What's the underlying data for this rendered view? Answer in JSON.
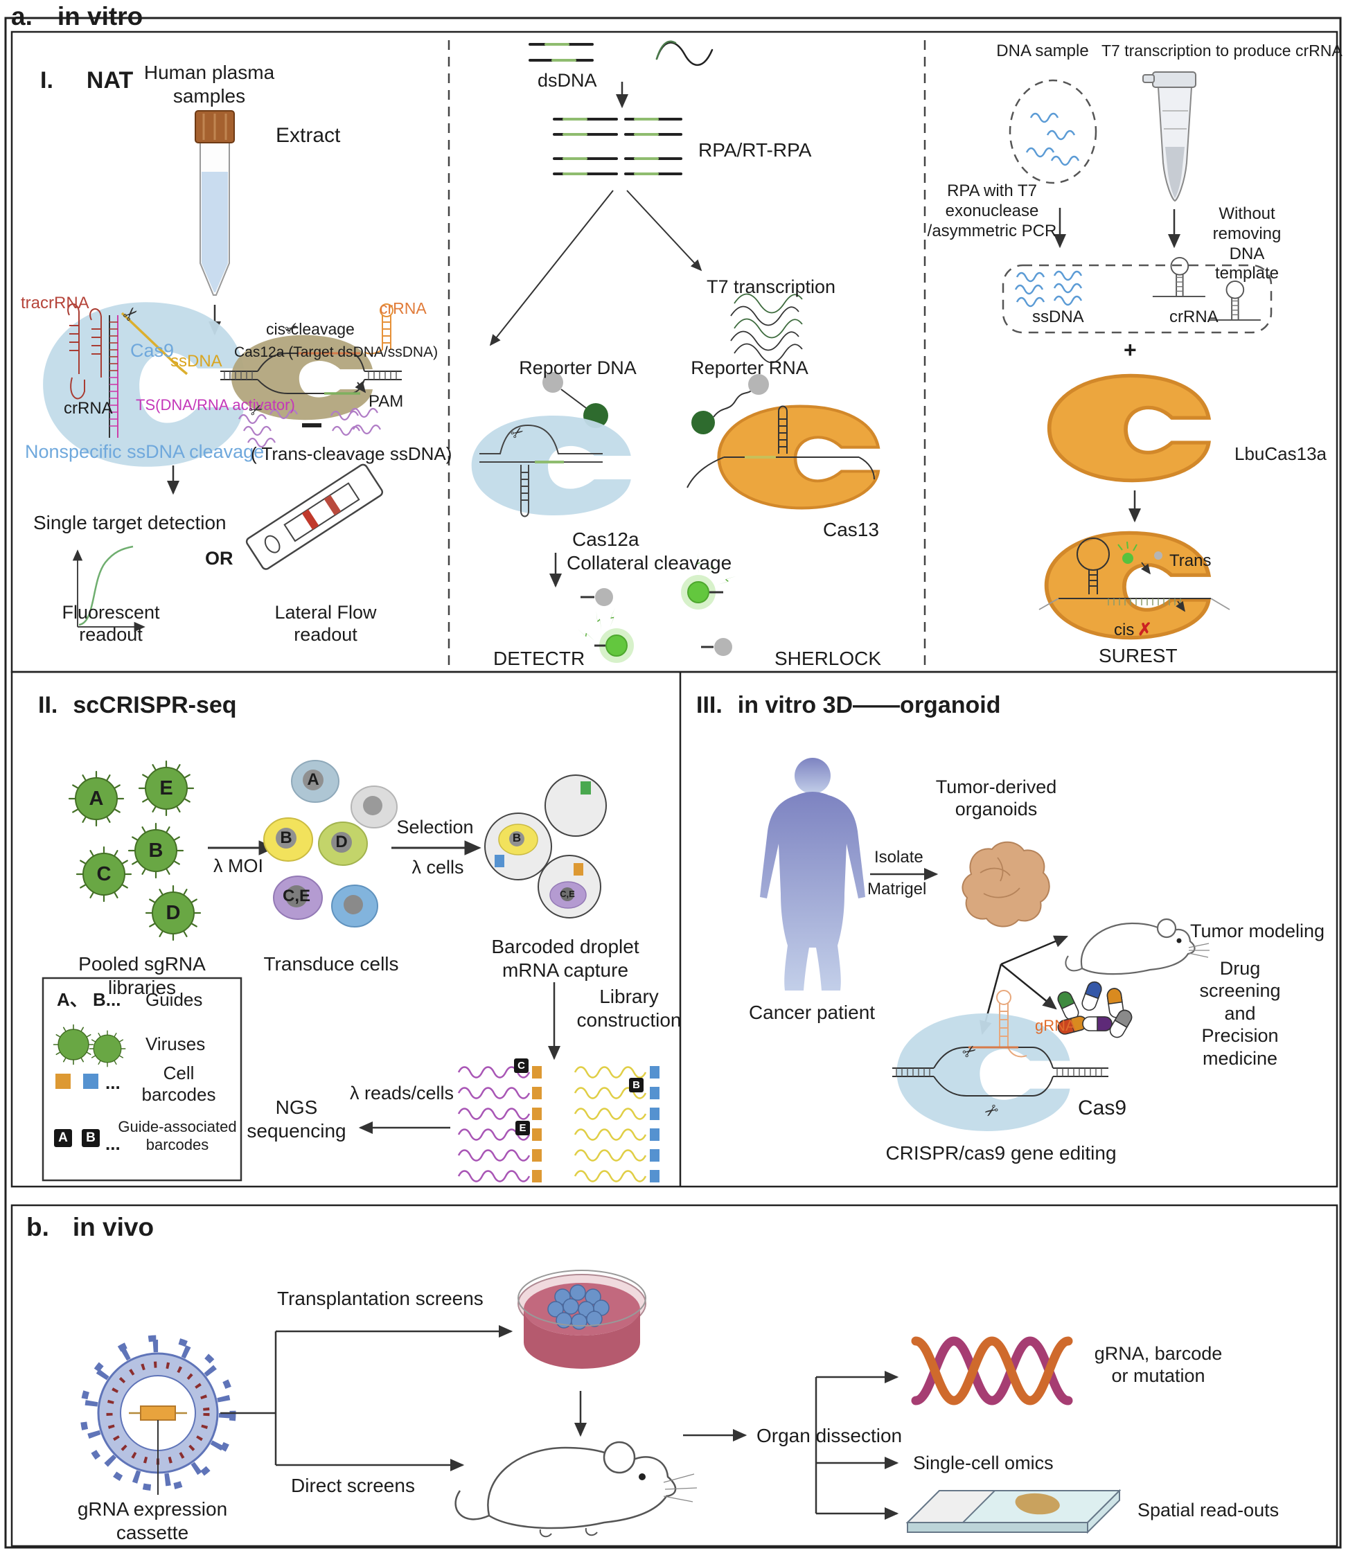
{
  "colors": {
    "cas9_blue": "#c2dbe9",
    "cas12a_tan": "#b2a57d",
    "cas13_orange": "#eca63e",
    "virus_green": "#69a744",
    "accent_blue_text": "#6fa8dc",
    "tracrrna_red": "#b5443a",
    "ssdna_yellow": "#d9a520",
    "ts_magenta": "#c437b9",
    "crrna_orange": "#e07b39",
    "glow_green": "#63c73e",
    "reporter_gray": "#b5b5b5",
    "reporter_darkgreen": "#2e6b2e",
    "helix_orange": "#cf6a2c",
    "helix_magenta": "#a63d72",
    "silhouette_purple": "#7d83c1",
    "organoid_tan": "#d9a87e",
    "petri_pink": "#c2697e",
    "virus_b_blue": "#5f74b8",
    "cassette_orange": "#e8a33d",
    "cell_barcode_orange": "#dd9933",
    "cell_barcode_blue": "#5592d0",
    "read_purple": "#a855b5",
    "read_yellow": "#e0ce45",
    "x_red": "#cc2222"
  },
  "icons": {
    "scissors": "✂",
    "arrow": "→"
  },
  "panel_a": {
    "label": "a.",
    "title": "in vitro",
    "nat": {
      "label": "I.",
      "title": "NAT",
      "human_plasma": "Human plasma\nsamples",
      "extract": "Extract",
      "cas9": "Cas9",
      "cas12a_target": "Cas12a (Target dsDNA/ssDNA)",
      "tracrrna": "tracrRNA",
      "ssdna": "ssDNA",
      "crrna": "crRNA",
      "ts_activator": "TS(DNA/RNA activator)",
      "nonspecific": "Nonspecific ssDNA cleavage",
      "cis_cleavage": "cis-cleavage",
      "crrna_right": "crRNA",
      "pam": "PAM",
      "trans_cleavage": "( Trans-cleavage ssDNA)",
      "single_target": "Single target detection",
      "or": "OR",
      "fluorescent": "Fluorescent\nreadout",
      "lateral_flow": "Lateral Flow\nreadout"
    },
    "amplify": {
      "dsdna": "dsDNA",
      "rpa": "RPA/RT-RPA",
      "t7": "T7 transcription",
      "reporter_dna": "Reporter DNA",
      "reporter_rna": "Reporter RNA",
      "cas12a": "Cas12a",
      "cas13": "Cas13",
      "collateral": "Collateral cleavage",
      "detectr": "DETECTR",
      "sherlock": "SHERLOCK"
    },
    "surest": {
      "dna_sample": "DNA sample",
      "t7_crrna": "T7 transcription to produce crRNA",
      "rpa_t7": "RPA with T7\nexonuclease\n/asymmetric PCR",
      "without_removing": "Without removing\nDNA template",
      "ssdna": "ssDNA",
      "crrna": "crRNA",
      "plus": "+",
      "lbucas13a": "LbuCas13a",
      "trans": "Trans",
      "cis": "cis",
      "x_mark": "✗",
      "name": "SUREST"
    }
  },
  "panel_ii": {
    "label": "II.",
    "title": "scCRISPR-seq",
    "viruses": [
      {
        "label": "A"
      },
      {
        "label": "E"
      },
      {
        "label": "B"
      },
      {
        "label": "C"
      },
      {
        "label": "D"
      }
    ],
    "moi": "λ MOI",
    "pooled": "Pooled sgRNA\nlibraries",
    "cells": [
      {
        "label": "A"
      },
      {
        "label": "B"
      },
      {
        "label": "D"
      },
      {
        "label": "C,E"
      }
    ],
    "transduce": "Transduce cells",
    "selection": "Selection",
    "lambda_cells": "λ cells",
    "droplet_b": "B",
    "droplet_ce": "C,E",
    "barcoded": "Barcoded droplet\nmRNA capture",
    "library": "Library\nconstruction",
    "reads_cells": "λ reads/cells",
    "ngs": "NGS\nsequencing",
    "badge_c": "C",
    "badge_e": "E",
    "badge_b": "B",
    "legend": {
      "guides_key": "A、 B...",
      "guides": "Guides",
      "viruses": "Viruses",
      "dots1": "...",
      "cell_barcodes": "Cell\nbarcodes",
      "badge_a": "A",
      "badge_b": "B",
      "dots2": "...",
      "guide_assoc": "Guide-associated\nbarcodes"
    }
  },
  "panel_iii": {
    "label": "III.",
    "title": "in vitro 3D——organoid",
    "cancer_patient": "Cancer patient",
    "isolate": "Isolate",
    "matrigel": "Matrigel",
    "tumor_organoids": "Tumor-derived\norganoids",
    "tumor_modeling": "Tumor modeling",
    "drug_screening": "Drug screening\nand Precision medicine",
    "grna": "gRNA",
    "cas9": "Cas9",
    "gene_editing": "CRISPR/cas9 gene editing"
  },
  "panel_b": {
    "label": "b.",
    "title": "in vivo",
    "transplantation": "Transplantation screens",
    "direct": "Direct screens",
    "cassette": "gRNA expression\ncassette",
    "organ": "Organ dissection",
    "grna_barcode": "gRNA, barcode\nor mutation",
    "single_cell": "Single-cell omics",
    "spatial": "Spatial read-outs"
  }
}
